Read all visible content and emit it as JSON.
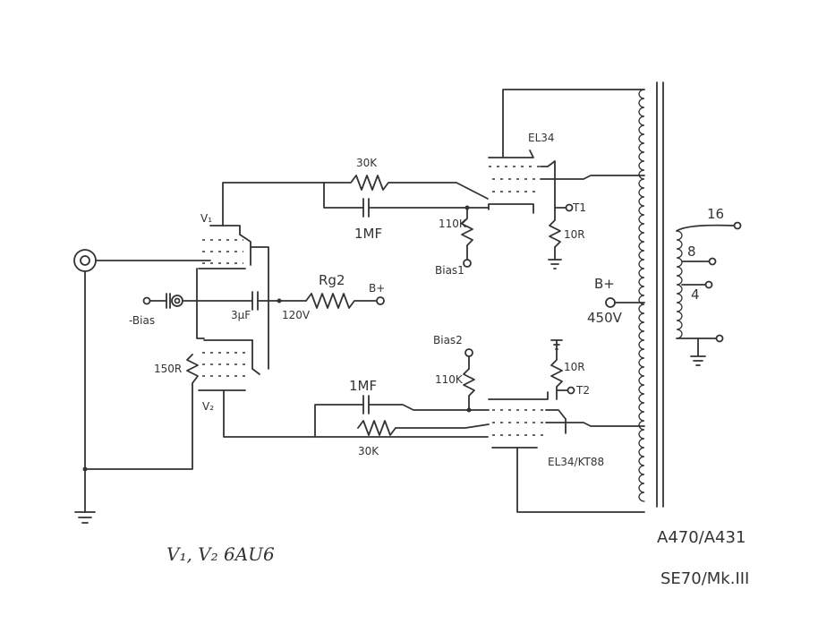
{
  "labels": {
    "v1": "V₁",
    "v2": "V₂",
    "neg_bias": "-Bias",
    "c_3uf": "3μF",
    "v_120": "120V",
    "r_g2": "Rg2",
    "b_plus_small": "B+",
    "r_150": "150R",
    "r_30k_top": "30K",
    "c_1mf_top": "1MF",
    "r_110k_top": "110K",
    "bias1": "Bias1",
    "tube_top": "EL34",
    "t1": "T1",
    "r_10r_top": "10R",
    "b_plus": "B+",
    "v_450": "450V",
    "bias2": "Bias2",
    "r_110k_bot": "110K",
    "r_10r_bot": "10R",
    "t2": "T2",
    "c_1mf_bot": "1MF",
    "r_30k_bot": "30K",
    "tube_bot": "EL34/KT88",
    "tap_16": "16",
    "tap_8": "8",
    "tap_4": "4",
    "tube_note": "V₁, V₂   6AU6",
    "model_1": "A470/A431",
    "model_2": "SE70/Mk.III"
  }
}
